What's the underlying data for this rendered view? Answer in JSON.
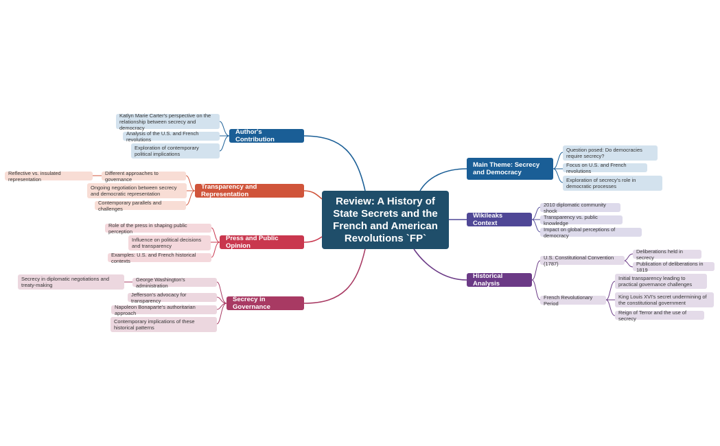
{
  "central": {
    "title": "Review: A History of State Secrets and the French and American Revolutions `FP`"
  },
  "branches": {
    "author": {
      "label": "Author's Contribution",
      "items": [
        "Katlyn Marie Carter's perspective on the relationship between secrecy and democracy",
        "Analysis of the U.S. and French revolutions",
        "Exploration of contemporary political implications"
      ]
    },
    "transparency": {
      "label": "Transparency and Representation",
      "items": [
        "Different approaches to governance",
        "Ongoing negotiation between secrecy and democratic representation",
        "Contemporary parallels and challenges"
      ],
      "sub_items": [
        "Reflective vs. insulated representation"
      ]
    },
    "press": {
      "label": "Press and Public Opinion",
      "items": [
        "Role of the press in shaping public perception",
        "Influence on political decisions and transparency",
        "Examples: U.S. and French historical contexts"
      ]
    },
    "secrecy": {
      "label": "Secrecy in Governance",
      "items": [
        "George Washington's administration",
        "Jefferson's advocacy for transparency",
        "Napoleon Bonaparte's authoritarian approach",
        "Contemporary implications of these historical patterns"
      ],
      "sub_items": [
        "Secrecy in diplomatic negotiations and treaty-making"
      ]
    },
    "main_theme": {
      "label": "Main Theme: Secrecy and Democracy",
      "items": [
        "Question posed: Do democracies require secrecy?",
        "Focus on U.S. and French revolutions",
        "Exploration of secrecy's role in democratic processes"
      ]
    },
    "wikileaks": {
      "label": "Wikileaks Context",
      "items": [
        "2010 diplomatic community shock",
        "Transparency vs. public knowledge",
        "Impact on global perceptions of democracy"
      ]
    },
    "historical": {
      "label": "Historical Analysis",
      "items": [
        "U.S. Constitutional Convention (1787)",
        "French Revolutionary Period"
      ],
      "us_sub": [
        "Deliberations held in secrecy",
        "Publication of deliberations in 1819"
      ],
      "fr_sub": [
        "Initial transparency leading to practical governance challenges",
        "King Louis XVI's secret undermining of the constitutional government",
        "Reign of Terror and the use of secrecy"
      ]
    }
  },
  "colors": {
    "central": "#1f4e6a",
    "author": "#1a5e96",
    "author_sub": "#d3e2ee",
    "transparency": "#d0543a",
    "transparency_sub": "#f8ddd5",
    "press": "#c9374e",
    "press_sub": "#f4d8dc",
    "secrecy": "#a83a63",
    "secrecy_sub": "#ecd7df",
    "main_theme": "#1a5e96",
    "main_theme_sub": "#d3e2ee",
    "wikileaks": "#4f4796",
    "wikileaks_sub": "#dddaeb",
    "historical": "#6b3a86",
    "historical_sub": "#e4dbe9"
  }
}
